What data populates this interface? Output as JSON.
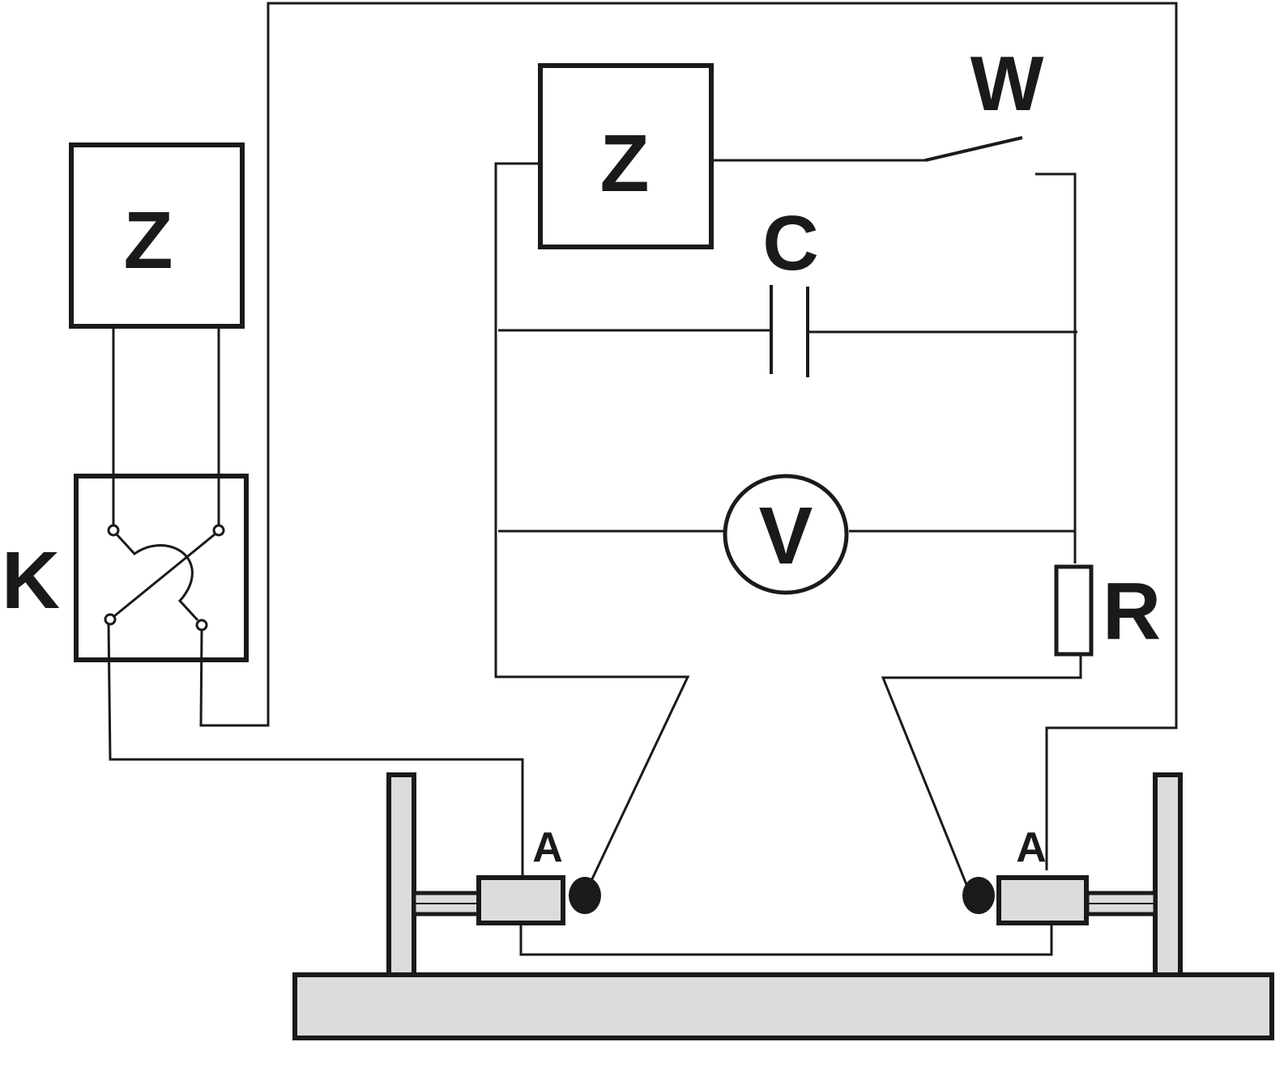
{
  "labels": {
    "z_left": "Z",
    "z_top": "Z",
    "k": "K",
    "w": "W",
    "c": "C",
    "v": "V",
    "r": "R",
    "a_left": "A",
    "a_right": "A"
  },
  "colors": {
    "line": "#1a1a1a",
    "fill_gray": "#dcdcda",
    "background": "#ffffff"
  }
}
